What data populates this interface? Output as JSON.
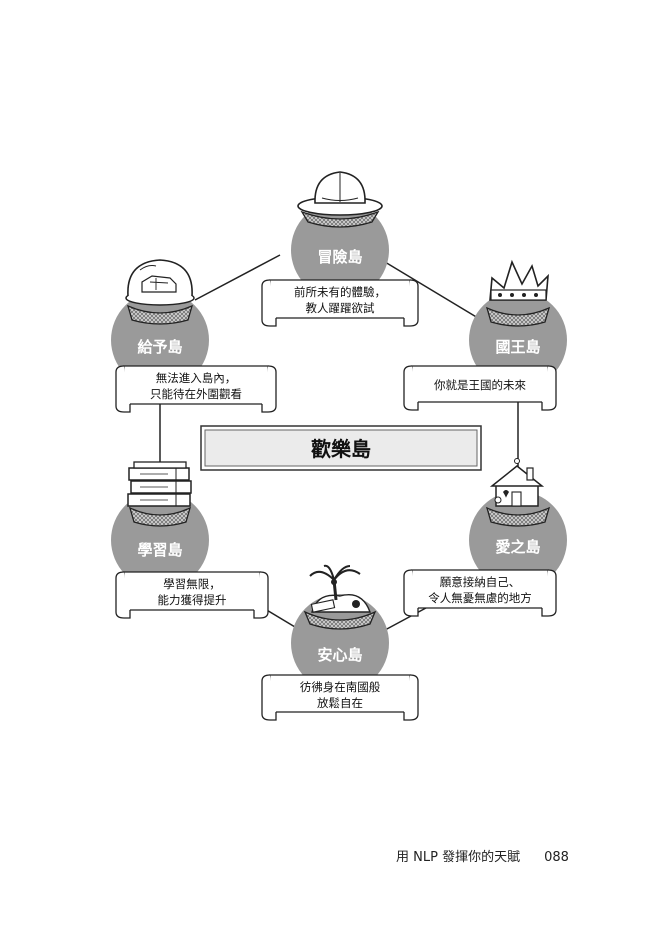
{
  "center": {
    "title": "歡樂島"
  },
  "islands": [
    {
      "key": "adventure",
      "name": "冒險島",
      "icon": "pith-helmet-icon",
      "lines": [
        "前所未有的體驗，",
        "教人躍躍欲試"
      ]
    },
    {
      "key": "kingdom",
      "name": "國王島",
      "icon": "crown-icon",
      "lines": [
        "你就是王國的未來"
      ]
    },
    {
      "key": "love",
      "name": "愛之島",
      "icon": "house-icon",
      "lines": [
        "願意接納自己、",
        "令人無憂無慮的地方"
      ]
    },
    {
      "key": "peace",
      "name": "安心島",
      "icon": "palm-tree-icon",
      "lines": [
        "彷彿身在南國般",
        "放鬆自在"
      ]
    },
    {
      "key": "learning",
      "name": "學習島",
      "icon": "books-icon",
      "lines": [
        "學習無限，",
        "能力獲得提升"
      ]
    },
    {
      "key": "giving",
      "name": "給予島",
      "icon": "glass-dome-icon",
      "lines": [
        "無法進入島內，",
        "只能待在外圍觀看"
      ]
    }
  ],
  "footer": {
    "book_title": "用 NLP 發揮你的天賦",
    "page_number": "088"
  },
  "colors": {
    "island": "#9a9a9a",
    "center_box": "#ebebeb",
    "ink": "#222222"
  }
}
